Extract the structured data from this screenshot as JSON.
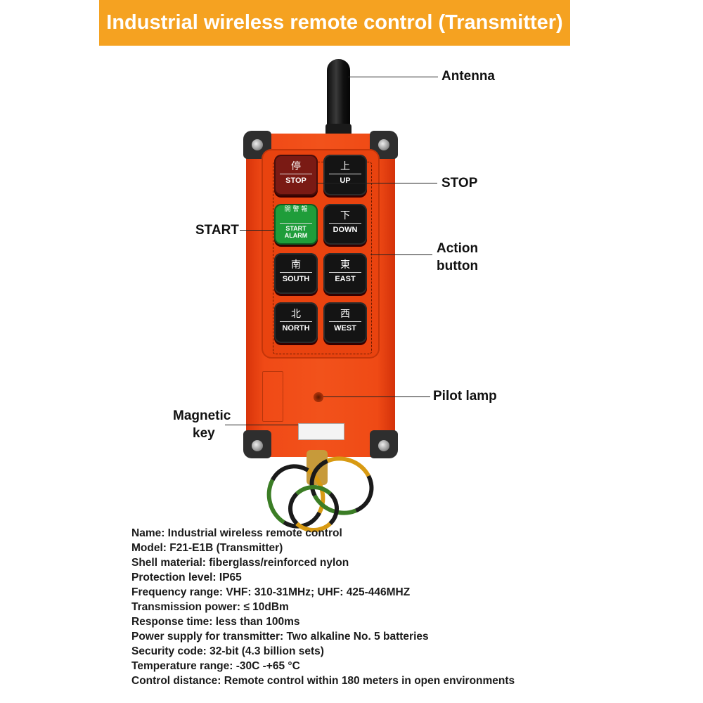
{
  "banner": {
    "title": "Industrial wireless remote control (Transmitter)"
  },
  "callouts": {
    "antenna": "Antenna",
    "stop": "STOP",
    "start": "START",
    "action_line1": "Action",
    "action_line2": "button",
    "pilot_lamp": "Pilot lamp",
    "magnetic_line1": "Magnetic",
    "magnetic_line2": "key"
  },
  "buttons": [
    {
      "cn": "停",
      "en": "STOP"
    },
    {
      "cn": "上",
      "en": "UP"
    },
    {
      "cn": "開 警 報",
      "en": "START ALARM"
    },
    {
      "cn": "下",
      "en": "DOWN"
    },
    {
      "cn": "南",
      "en": "SOUTH"
    },
    {
      "cn": "東",
      "en": "EAST"
    },
    {
      "cn": "北",
      "en": "NORTH"
    },
    {
      "cn": "西",
      "en": "WEST"
    }
  ],
  "specs": [
    "Name: Industrial wireless remote control",
    "Model: F21-E1B (Transmitter)",
    "Shell material: fiberglass/reinforced nylon",
    "Protection level: IP65",
    "Frequency range: VHF: 310-31MHz; UHF: 425-446MHZ",
    "Transmission power: ≤ 10dBm",
    "Response time: less than 100ms",
    "Power supply for transmitter: Two alkaline No. 5 batteries",
    "Security code: 32-bit (4.3 billion sets)",
    "Temperature range: -30C -+65 °C",
    "Control distance: Remote control within 180 meters in open environments"
  ]
}
